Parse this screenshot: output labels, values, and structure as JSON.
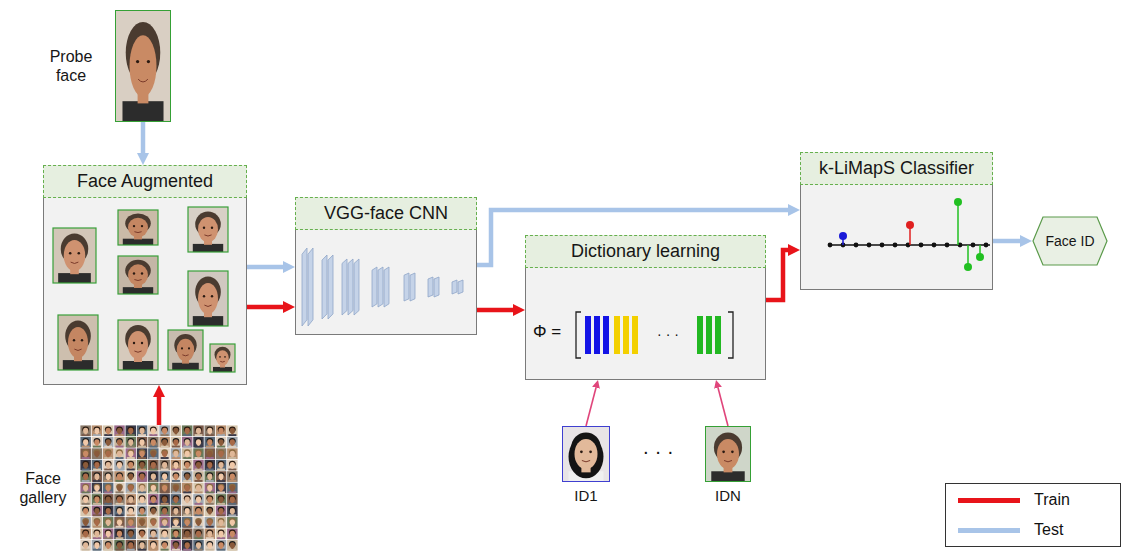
{
  "diagram": {
    "nodes": [
      {
        "text": [
          "Probe face"
        ]
      },
      {
        "text": [
          "Face Augmented"
        ]
      },
      {
        "text": [
          "VGG-face CNN"
        ]
      },
      {
        "text": [
          "Dictionary learning"
        ]
      },
      {
        "text": [
          "k-LiMapS Classifier"
        ]
      },
      {
        "text": [
          "Face ID"
        ]
      },
      {
        "text": [
          "Face gallery"
        ]
      },
      {
        "text": [
          "ID1"
        ]
      },
      {
        "text": [
          "IDN"
        ]
      }
    ],
    "edges": [
      {
        "from": 0,
        "to": 1,
        "arrow": "to"
      },
      {
        "from": 6,
        "to": 1,
        "arrow": "to"
      },
      {
        "from": 1,
        "to": 2,
        "arrow": "to"
      },
      {
        "from": 1,
        "to": 2,
        "arrow": "to"
      },
      {
        "from": 2,
        "to": 4,
        "arrow": "to"
      },
      {
        "from": 2,
        "to": 3,
        "arrow": "to"
      },
      {
        "from": 3,
        "to": 4,
        "arrow": "to"
      },
      {
        "from": 4,
        "to": 5,
        "arrow": "to"
      },
      {
        "from": 7,
        "to": 3,
        "arrow": "to"
      },
      {
        "from": 8,
        "to": 3,
        "arrow": "to"
      }
    ],
    "labels": [
      "Φ =",
      "· · ·",
      "· · ·"
    ],
    "legend": [
      {
        "text": "Train",
        "color": "#e8141a"
      },
      {
        "text": "Test",
        "color": "#a8c4e8"
      }
    ]
  }
}
